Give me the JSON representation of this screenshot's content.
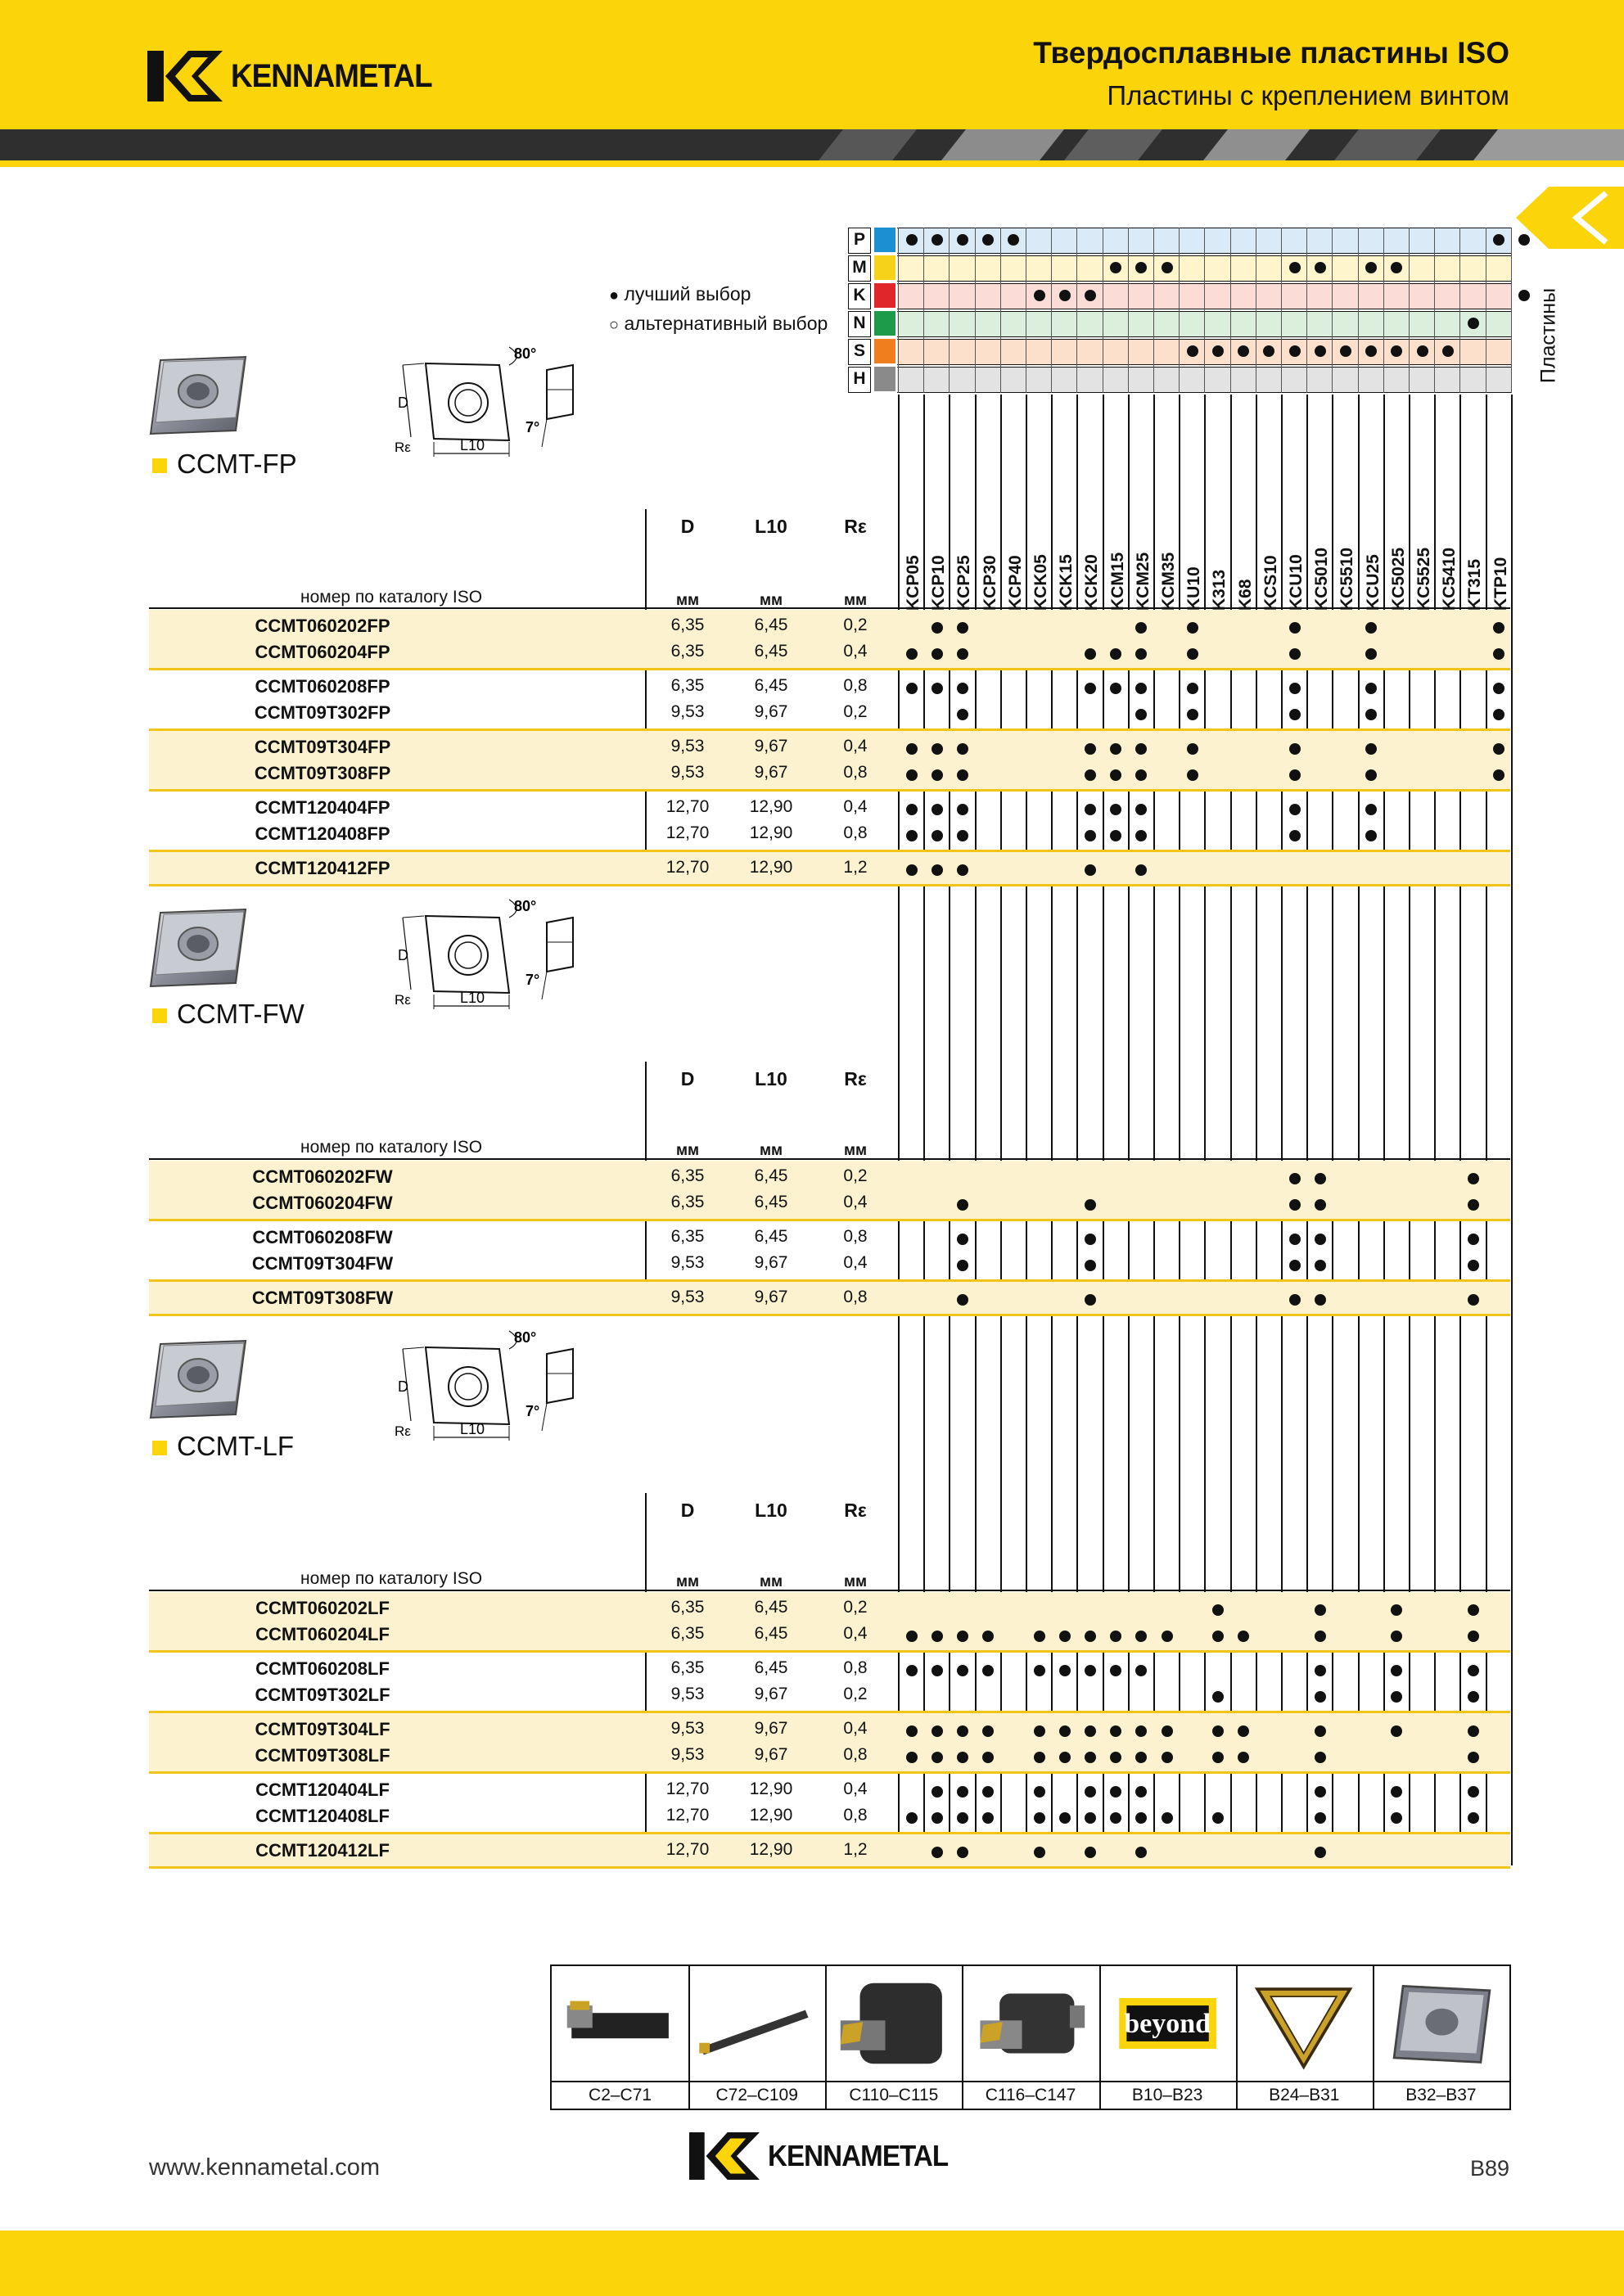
{
  "header": {
    "brand": "KENNAMETAL",
    "title": "Твердосплавные пластины ISO",
    "subtitle": "Пластины с креплением винтом",
    "side_label": "Пластины"
  },
  "legend": {
    "best": "лучший выбор",
    "alternative": "альтернативный выбор",
    "best_symbol": "●",
    "alt_symbol": "○"
  },
  "materials": [
    {
      "code": "P",
      "color": "#1b8fd1",
      "tint": "#dbeaf7"
    },
    {
      "code": "M",
      "color": "#f6d31a",
      "tint": "#fff5cc"
    },
    {
      "code": "K",
      "color": "#e0262b",
      "tint": "#fbdcd6"
    },
    {
      "code": "N",
      "color": "#1e9a4b",
      "tint": "#dcefdc"
    },
    {
      "code": "S",
      "color": "#f07d1e",
      "tint": "#fde0cc"
    },
    {
      "code": "H",
      "color": "#8a8a8a",
      "tint": "#e3e3e3"
    }
  ],
  "material_dots": {
    "P": [
      0,
      1,
      2,
      3,
      4,
      23,
      24
    ],
    "M": [
      8,
      9,
      10,
      15,
      16,
      18,
      19
    ],
    "K": [
      5,
      6,
      7,
      24
    ],
    "N": [
      22
    ],
    "S": [
      11,
      12,
      13,
      14,
      15,
      16,
      17,
      18,
      19,
      20,
      21
    ]
  },
  "grades": [
    "KCP05",
    "KCP10",
    "KCP25",
    "KCP30",
    "KCP40",
    "KCK05",
    "KCK15",
    "KCK20",
    "KCM15",
    "KCM25",
    "KCM35",
    "KU10",
    "K313",
    "K68",
    "KCS10",
    "KCU10",
    "KC5010",
    "KC5510",
    "KCU25",
    "KC5025",
    "KC5525",
    "KC5410",
    "KT315",
    "KTP10"
  ],
  "columns": {
    "iso": "номер по каталогу ISO",
    "d": "D",
    "l10": "L10",
    "re": "Rε",
    "unit": "мм"
  },
  "drawing_labels": {
    "angle": "80°",
    "clearance": "7°",
    "d": "D",
    "re": "Rε",
    "l10": "L10"
  },
  "groups": [
    {
      "name": "CCMT-FP",
      "rows": [
        {
          "code": "CCMT060202FP",
          "d": "6,35",
          "l10": "6,45",
          "re": "0,2",
          "dots": [
            1,
            2,
            9,
            11,
            15,
            18,
            23
          ]
        },
        {
          "code": "CCMT060204FP",
          "d": "6,35",
          "l10": "6,45",
          "re": "0,4",
          "dots": [
            0,
            1,
            2,
            7,
            8,
            9,
            11,
            15,
            18,
            23
          ]
        },
        {
          "code": "CCMT060208FP",
          "d": "6,35",
          "l10": "6,45",
          "re": "0,8",
          "dots": [
            0,
            1,
            2,
            7,
            8,
            9,
            11,
            15,
            18,
            23
          ]
        },
        {
          "code": "CCMT09T302FP",
          "d": "9,53",
          "l10": "9,67",
          "re": "0,2",
          "dots": [
            2,
            9,
            11,
            15,
            18,
            23
          ]
        },
        {
          "code": "CCMT09T304FP",
          "d": "9,53",
          "l10": "9,67",
          "re": "0,4",
          "dots": [
            0,
            1,
            2,
            7,
            8,
            9,
            11,
            15,
            18,
            23
          ]
        },
        {
          "code": "CCMT09T308FP",
          "d": "9,53",
          "l10": "9,67",
          "re": "0,8",
          "dots": [
            0,
            1,
            2,
            7,
            8,
            9,
            11,
            15,
            18,
            23
          ]
        },
        {
          "code": "CCMT120404FP",
          "d": "12,70",
          "l10": "12,90",
          "re": "0,4",
          "dots": [
            0,
            1,
            2,
            7,
            8,
            9,
            15,
            18
          ]
        },
        {
          "code": "CCMT120408FP",
          "d": "12,70",
          "l10": "12,90",
          "re": "0,8",
          "dots": [
            0,
            1,
            2,
            7,
            8,
            9,
            15,
            18
          ]
        },
        {
          "code": "CCMT120412FP",
          "d": "12,70",
          "l10": "12,90",
          "re": "1,2",
          "dots": [
            0,
            1,
            2,
            7,
            9
          ]
        }
      ]
    },
    {
      "name": "CCMT-FW",
      "rows": [
        {
          "code": "CCMT060202FW",
          "d": "6,35",
          "l10": "6,45",
          "re": "0,2",
          "dots": [
            15,
            16,
            22
          ]
        },
        {
          "code": "CCMT060204FW",
          "d": "6,35",
          "l10": "6,45",
          "re": "0,4",
          "dots": [
            2,
            7,
            15,
            16,
            22
          ]
        },
        {
          "code": "CCMT060208FW",
          "d": "6,35",
          "l10": "6,45",
          "re": "0,8",
          "dots": [
            2,
            7,
            15,
            16,
            22
          ]
        },
        {
          "code": "CCMT09T304FW",
          "d": "9,53",
          "l10": "9,67",
          "re": "0,4",
          "dots": [
            2,
            7,
            15,
            16,
            22
          ]
        },
        {
          "code": "CCMT09T308FW",
          "d": "9,53",
          "l10": "9,67",
          "re": "0,8",
          "dots": [
            2,
            7,
            15,
            16,
            22
          ]
        }
      ]
    },
    {
      "name": "CCMT-LF",
      "rows": [
        {
          "code": "CCMT060202LF",
          "d": "6,35",
          "l10": "6,45",
          "re": "0,2",
          "dots": [
            12,
            16,
            19,
            22
          ]
        },
        {
          "code": "CCMT060204LF",
          "d": "6,35",
          "l10": "6,45",
          "re": "0,4",
          "dots": [
            0,
            1,
            2,
            3,
            5,
            6,
            7,
            8,
            9,
            10,
            12,
            13,
            16,
            19,
            22
          ]
        },
        {
          "code": "CCMT060208LF",
          "d": "6,35",
          "l10": "6,45",
          "re": "0,8",
          "dots": [
            0,
            1,
            2,
            3,
            5,
            6,
            7,
            8,
            9,
            16,
            19,
            22
          ]
        },
        {
          "code": "CCMT09T302LF",
          "d": "9,53",
          "l10": "9,67",
          "re": "0,2",
          "dots": [
            12,
            16,
            19,
            22
          ]
        },
        {
          "code": "CCMT09T304LF",
          "d": "9,53",
          "l10": "9,67",
          "re": "0,4",
          "dots": [
            0,
            1,
            2,
            3,
            5,
            6,
            7,
            8,
            9,
            10,
            12,
            13,
            16,
            19,
            22
          ]
        },
        {
          "code": "CCMT09T308LF",
          "d": "9,53",
          "l10": "9,67",
          "re": "0,8",
          "dots": [
            0,
            1,
            2,
            3,
            5,
            6,
            7,
            8,
            9,
            10,
            12,
            13,
            16,
            22
          ]
        },
        {
          "code": "CCMT120404LF",
          "d": "12,70",
          "l10": "12,90",
          "re": "0,4",
          "dots": [
            1,
            2,
            3,
            5,
            7,
            8,
            9,
            16,
            19,
            22
          ]
        },
        {
          "code": "CCMT120408LF",
          "d": "12,70",
          "l10": "12,90",
          "re": "0,8",
          "dots": [
            0,
            1,
            2,
            3,
            5,
            6,
            7,
            8,
            9,
            10,
            12,
            16,
            19,
            22
          ]
        },
        {
          "code": "CCMT120412LF",
          "d": "12,70",
          "l10": "12,90",
          "re": "1,2",
          "dots": [
            1,
            2,
            5,
            7,
            9,
            16
          ]
        }
      ]
    }
  ],
  "tool_pages": [
    {
      "caption": "C2–C71",
      "icon": "turning-holder-icon"
    },
    {
      "caption": "C72–C109",
      "icon": "boring-bar-icon"
    },
    {
      "caption": "C110–C115",
      "icon": "kenloc-cartridge-icon"
    },
    {
      "caption": "C116–C147",
      "icon": "clamp-cartridge-icon"
    },
    {
      "caption": "B10–B23",
      "icon": "beyond-logo-icon",
      "logo_text": "beyond"
    },
    {
      "caption": "B24–B31",
      "icon": "triangle-grade-icon"
    },
    {
      "caption": "B32–B37",
      "icon": "insert-icon"
    }
  ],
  "footer": {
    "url": "www.kennametal.com",
    "page": "B89",
    "brand": "KENNAMETAL"
  }
}
